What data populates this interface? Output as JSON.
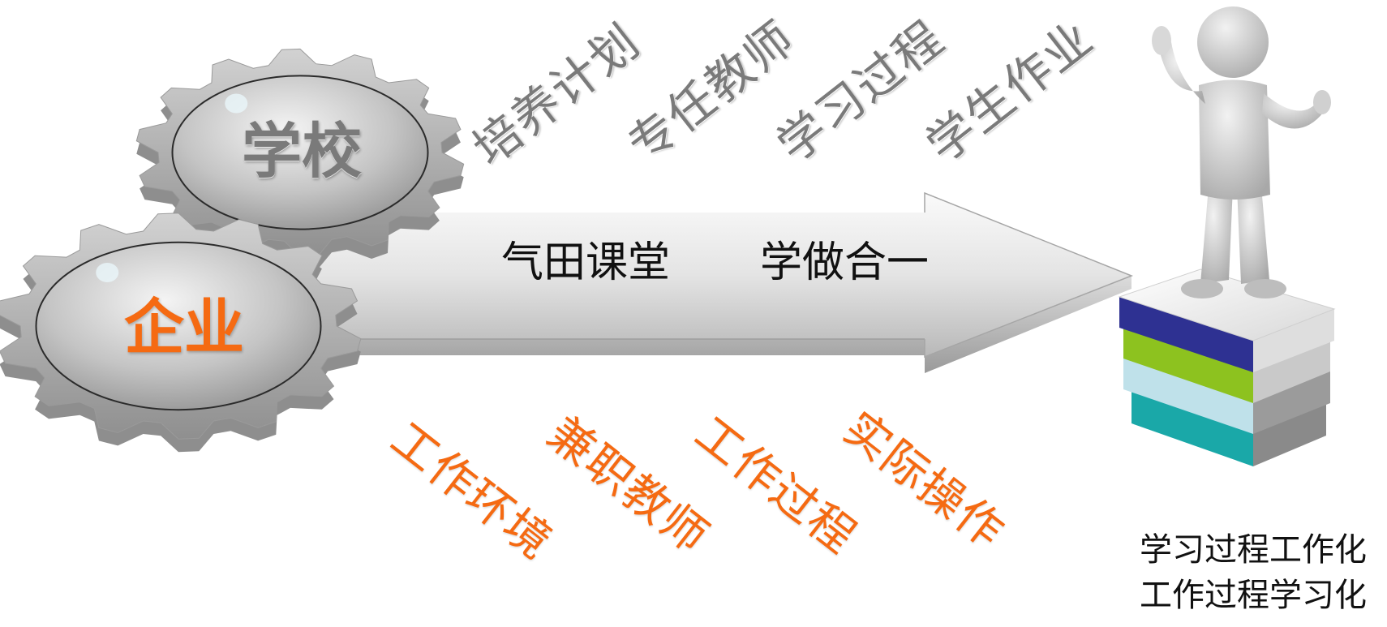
{
  "gears": {
    "school": {
      "label": "学校",
      "color": "#7a7a7a"
    },
    "company": {
      "label": "企业",
      "color": "#f56a12"
    }
  },
  "arrow": {
    "texts": [
      "气田课堂",
      "学做合一"
    ]
  },
  "school_terms": [
    "培养计划",
    "专任教师",
    "学习过程",
    "学生作业"
  ],
  "company_terms": [
    "工作环境",
    "兼职教师",
    "工作过程",
    "实际操作"
  ],
  "outcomes": [
    "学习过程工作化",
    "工作过程学习化"
  ],
  "colors": {
    "accent_orange": "#f56a12",
    "gear_gray": "#b9b9b9",
    "book_navy": "#2e3192",
    "book_green": "#8dc21f",
    "book_lightblue": "#bfe1ea",
    "book_teal": "#1aa8a8"
  },
  "icons": [
    "gear-icon",
    "arrow-icon",
    "person-figure-icon",
    "book-stack-icon"
  ]
}
